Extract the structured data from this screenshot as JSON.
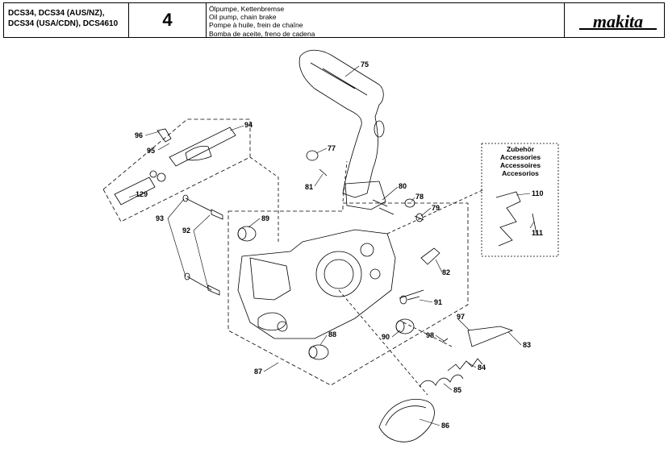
{
  "header": {
    "models": [
      "DCS34, DCS34 (AUS/NZ),",
      "DCS34 (USA/CDN), DCS4610"
    ],
    "page_number": "4",
    "titles": [
      "Ölpumpe, Kettenbremse",
      "Oil pump, chain brake",
      "Pompe à huile, frein de chaîne",
      "Bomba de aceite, freno de cadena"
    ],
    "brand": "makita"
  },
  "accessories_box": {
    "titles": [
      "Zubehör",
      "Accessories",
      "Accessoires",
      "Accesorios"
    ]
  },
  "callouts": {
    "p75": "75",
    "p94": "94",
    "p96": "96",
    "p95": "95",
    "p77": "77",
    "p81": "81",
    "p80": "80",
    "p78": "78",
    "p79": "79",
    "p110": "110",
    "p111": "111",
    "p129": "129",
    "p93": "93",
    "p92": "92",
    "p89": "89",
    "p82": "82",
    "p91": "91",
    "p97": "97",
    "p88": "88",
    "p90": "90",
    "p98": "98",
    "p83": "83",
    "p84": "84",
    "p85": "85",
    "p87": "87",
    "p86": "86"
  }
}
